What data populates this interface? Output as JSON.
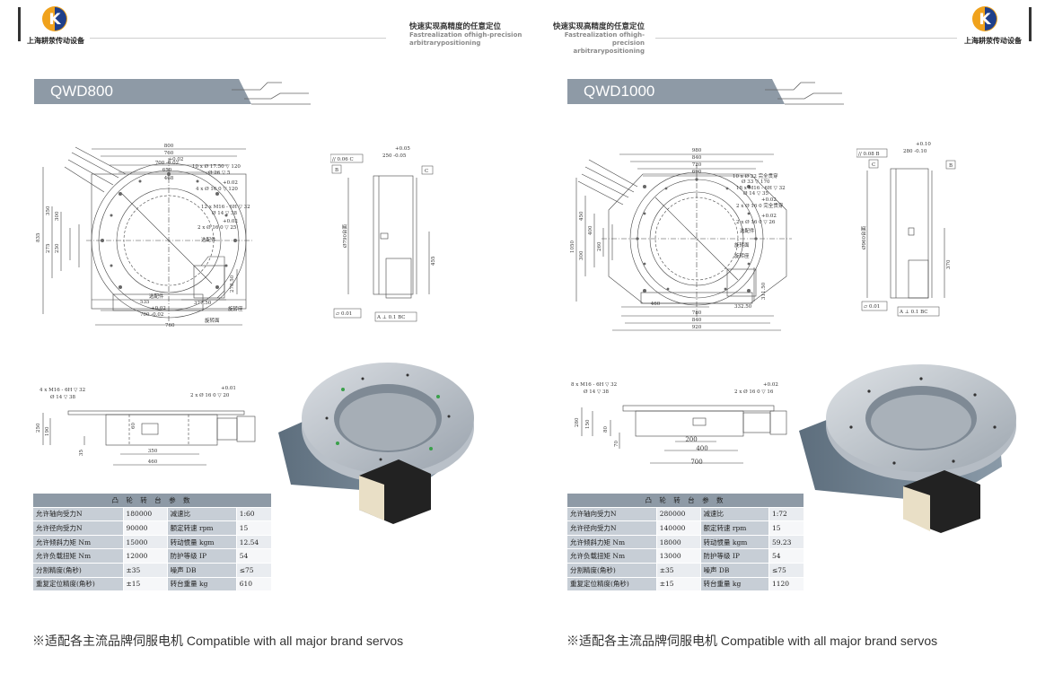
{
  "header": {
    "brand_cn": "上海耕荥传动设备",
    "logo_letter": "K",
    "slogan_cn": "快速实现高精度的任意定位",
    "slogan_en_1": "Fastrealization ofhigh-precision",
    "slogan_en_2": "arbitrarypositioning"
  },
  "colors": {
    "title_bar": "#8e9aa6",
    "logo_orange": "#f0a21c",
    "logo_blue": "#1f3f8a"
  },
  "left": {
    "model": "QWD800",
    "drawing_labels": {
      "top_dims": [
        "800",
        "760",
        "+0.02",
        "700 -0.02",
        "650",
        "468"
      ],
      "holes_1": "10 x Ø 17.50 ▽ 120",
      "holes_1b": "Ø 26 ▽ 5",
      "tol": "+0.02",
      "pin_1": "4 x Ø 16  0  ▽ 120",
      "holes_2": "12 x  M16 - 6H ▽ 32",
      "holes_2b": "Ø 14 ▽ 38",
      "pin_2": "2 x Ø 16  0  ▽ 25",
      "left_dims": [
        "835",
        "350",
        "300",
        "275",
        "230"
      ],
      "small_parts": "选配件",
      "bottom_dims": [
        "535",
        "+0.02",
        "700 -0.02",
        "760"
      ],
      "rot_base": "旋转座",
      "rot_table": "旋转面",
      "dim_377": "377.50",
      "dim_278": "278.50",
      "diam_side": "Ø790台面",
      "side_top": "+0.05",
      "side_mid": "250 -0.05",
      "dim_455": "455",
      "tag_par": "// 0.06 C",
      "tag_b": "B",
      "tag_c": "C",
      "tag_flat": "⏥ 0.01",
      "tag_perp": "A ⊥ 0.1 BC",
      "front_holes": "4 x  M16 - 6H ▽ 32",
      "front_holes_b": "Ø 14 ▽ 38",
      "front_pin": "2 x Ø 16  0  ▽ 20",
      "front_tol": "+0.01",
      "front_dims": [
        "250",
        "190",
        "60",
        "35",
        "350",
        "460"
      ]
    },
    "table": {
      "title": "凸 轮 转 台 参 数",
      "rows": [
        [
          "允许轴向受力N",
          "180000",
          "减速比",
          "1:60"
        ],
        [
          "允许径向受力N",
          "90000",
          "额定转速 rpm",
          "15"
        ],
        [
          "允许倾斜力矩 Nm",
          "15000",
          "转动惯量 kgm",
          "12.54"
        ],
        [
          "允许负载扭矩 Nm",
          "12000",
          "防护等级 IP",
          "54"
        ],
        [
          "分割精度(角秒)",
          "±35",
          "噪声 DB",
          "≤75"
        ],
        [
          "重复定位精度(角秒)",
          "±15",
          "转台重量 kg",
          "610"
        ]
      ]
    },
    "footnote": "※适配各主流品牌伺服电机 Compatible with all major brand servos"
  },
  "right": {
    "model": "QWD1000",
    "drawing_labels": {
      "top_dims": [
        "980",
        "840",
        "720",
        "690"
      ],
      "holes_1": "10 x Ø 22 完全贯穿",
      "holes_1b": "Ø 33 ▽ 170",
      "holes_2": "18 x  M16 - 6H ▽ 32",
      "holes_2b": "Ø 14 ▽ 35",
      "tol": "+0.02",
      "pin_1": "2 x Ø 16  0  完全贯穿",
      "pin_2": "2 x Ø 16  0  ▽ 26",
      "left_dims": [
        "1050",
        "450",
        "400",
        "300",
        "260"
      ],
      "small_parts": "选配件",
      "rot_table": "旋转面",
      "rot_base": "旋转座",
      "bottom_dims": [
        "460",
        "780",
        "840",
        "920"
      ],
      "dim_332": "332.50",
      "dim_311": "311.50",
      "diam_side": "Ø960台面",
      "side_top": "+0.10",
      "side_mid": "280 -0.10",
      "dim_370": "370",
      "tag_par": "// 0.08 B",
      "tag_c": "C",
      "tag_b": "B",
      "tag_flat": "⏥ 0.01",
      "tag_perp": "A ⊥ 0.1 BC",
      "front_holes": "8 x  M16 - 6H ▽ 32",
      "front_holes_b": "Ø 14 ▽ 38",
      "front_pin": "2 x Ø 16  0  ▽ 16",
      "front_tol": "+0.02",
      "front_dims": [
        "280",
        "150",
        "80",
        "70",
        "200",
        "400",
        "700"
      ]
    },
    "table": {
      "title": "凸 轮 转 台 参 数",
      "rows": [
        [
          "允许轴向受力N",
          "280000",
          "减速比",
          "1:72"
        ],
        [
          "允许径向受力N",
          "140000",
          "额定转速 rpm",
          "15"
        ],
        [
          "允许倾斜力矩 Nm",
          "18000",
          "转动惯量 kgm",
          "59.23"
        ],
        [
          "允许负载扭矩 Nm",
          "13000",
          "防护等级 IP",
          "54"
        ],
        [
          "分割精度(角秒)",
          "±35",
          "噪声 DB",
          "≤75"
        ],
        [
          "重复定位精度(角秒)",
          "±15",
          "转台重量 kg",
          "1120"
        ]
      ]
    },
    "footnote": "※适配各主流品牌伺服电机 Compatible with all major brand servos"
  }
}
